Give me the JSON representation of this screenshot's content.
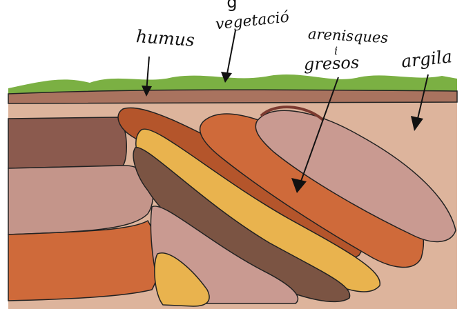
{
  "figure": {
    "title_fragment": "g",
    "labels": {
      "humus": "humus",
      "vegetacio": "vegetació",
      "arenisques_line1": "arenisques",
      "arenisques_line2": "i",
      "arenisques_line3": "gresos",
      "argila": "argila"
    }
  },
  "colors": {
    "vegetation": "#7bb043",
    "humus_band": "#a9735f",
    "ground": "#ddb49c",
    "brown_dark": "#8b5a4e",
    "pink_brown": "#c4958a",
    "orange": "#cf6a3a",
    "rust": "#b4552b",
    "yellow": "#e9b34e",
    "dark_brown": "#7b5443",
    "light_pink": "#c99a91"
  }
}
